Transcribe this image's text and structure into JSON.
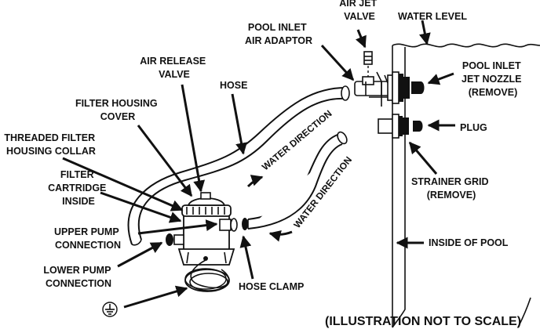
{
  "labels": {
    "air_jet_valve": [
      "AIR JET",
      "VALVE"
    ],
    "water_level": "WATER LEVEL",
    "pool_inlet_air_adaptor": [
      "POOL INLET",
      "AIR ADAPTOR"
    ],
    "pool_inlet_jet_nozzle": [
      "POOL INLET",
      "JET NOZZLE",
      "(REMOVE)"
    ],
    "air_release_valve": [
      "AIR RELEASE",
      "VALVE"
    ],
    "hose": "HOSE",
    "filter_housing_cover": [
      "FILTER HOUSING",
      "COVER"
    ],
    "threaded_collar": [
      "THREADED FILTER",
      "HOUSING COLLAR"
    ],
    "filter_cartridge": [
      "FILTER",
      "CARTRIDGE",
      "INSIDE"
    ],
    "plug": "PLUG",
    "strainer_grid": [
      "STRAINER GRID",
      "(REMOVE)"
    ],
    "upper_pump": [
      "UPPER PUMP",
      "CONNECTION"
    ],
    "lower_pump": [
      "LOWER PUMP",
      "CONNECTION"
    ],
    "hose_clamp": "HOSE CLAMP",
    "inside_of_pool": "INSIDE OF POOL",
    "water_direction_1": "WATER DIRECTION",
    "water_direction_2": "WATER DIRECTION",
    "not_to_scale": "(ILLUSTRATION NOT TO SCALE)"
  },
  "icons": {
    "ground": "ground-symbol-icon"
  }
}
